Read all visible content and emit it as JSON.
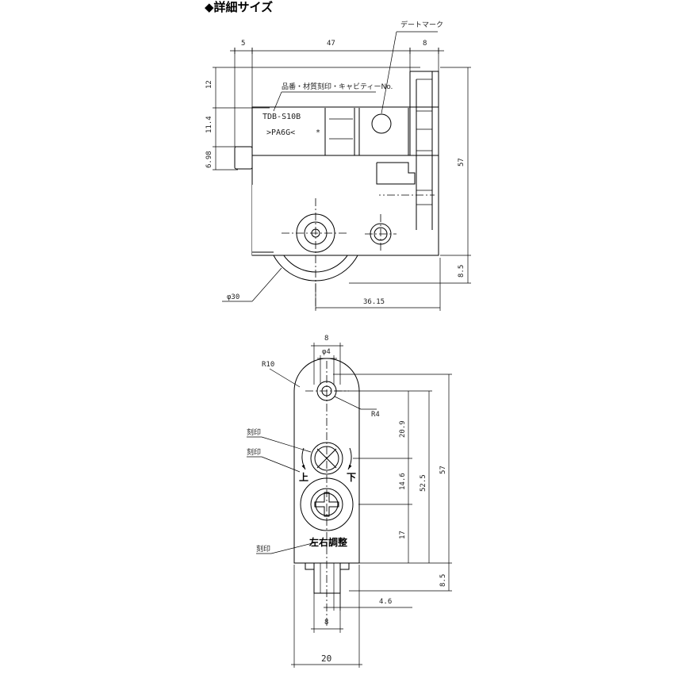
{
  "title": "◆詳細サイズ",
  "top_view": {
    "date_mark_label": "デートマーク",
    "product_label": "品番・材質刻印・キャビティーNo.",
    "part_number": "TDB-S10B",
    "material": ">PA6G<",
    "cavity_mark": "*",
    "dims": {
      "d5": "5",
      "d47": "47",
      "d8": "8",
      "d12": "12",
      "d11_4": "11.4",
      "d6_98": "6.98",
      "d57": "57",
      "d8_5": "8.5",
      "phi30": "φ30",
      "d36_15": "36.15"
    }
  },
  "front_view": {
    "dims": {
      "d8_top": "8",
      "phi4": "φ4",
      "r10": "R10",
      "r4": "R4",
      "d20_9": "20.9",
      "d52_5": "52.5",
      "d57": "57",
      "d14_6": "14.6",
      "d17": "17",
      "d8_5": "8.5",
      "d4_6": "4.6",
      "d8_bottom": "8",
      "d20": "20"
    },
    "engrave_label_1": "刻印",
    "engrave_label_2": "刻印",
    "engrave_label_3": "刻印",
    "up_label": "上",
    "down_label": "下",
    "lr_adjust_label": "左右調整"
  }
}
